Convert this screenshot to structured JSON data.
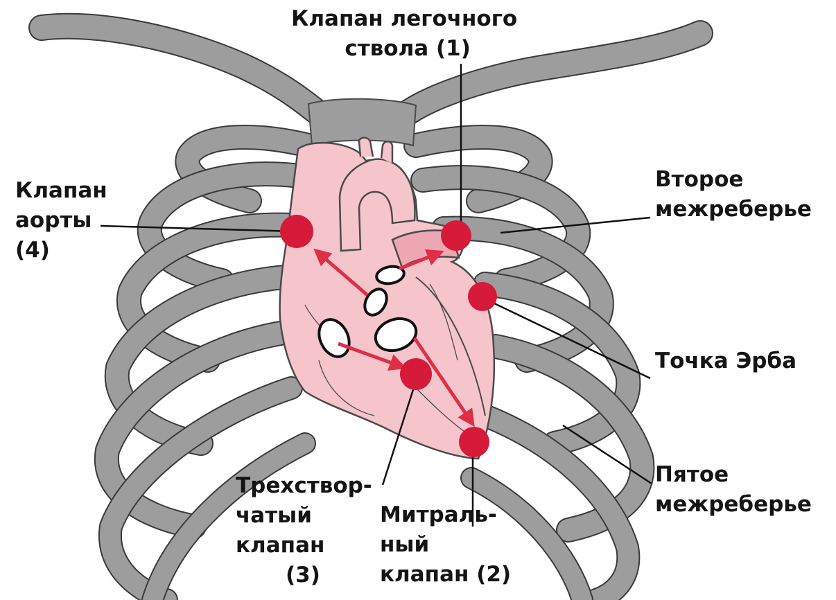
{
  "labels": {
    "pulmonary_valve": [
      "Клапан легочного",
      "ствола (1)"
    ],
    "aortic_valve": [
      "Клапан",
      "аорты",
      "(4)"
    ],
    "second_intercostal": [
      "Второе",
      "межреберье"
    ],
    "erb_point": [
      "Точка Эрба"
    ],
    "fifth_intercostal": [
      "Пятое",
      "межреберье"
    ],
    "tricuspid_valve": [
      "Трехствор-",
      "чатый",
      "клапан",
      "(3)"
    ],
    "mitral_valve": [
      "Митраль-",
      "ный",
      "клапан (2)"
    ]
  },
  "colors": {
    "bone": "#9d9d9d",
    "bone_outline": "#3a3a3a",
    "heart_fill": "#f6c4cb",
    "heart_dark": "#eda7b3",
    "auscultation_point": "#d61a3a",
    "arrow": "#de2f47",
    "leader_line": "#111111"
  },
  "icons": [
    "rib-cage-icon",
    "heart-icon",
    "auscultation-point-icon",
    "flow-arrow-icon"
  ]
}
